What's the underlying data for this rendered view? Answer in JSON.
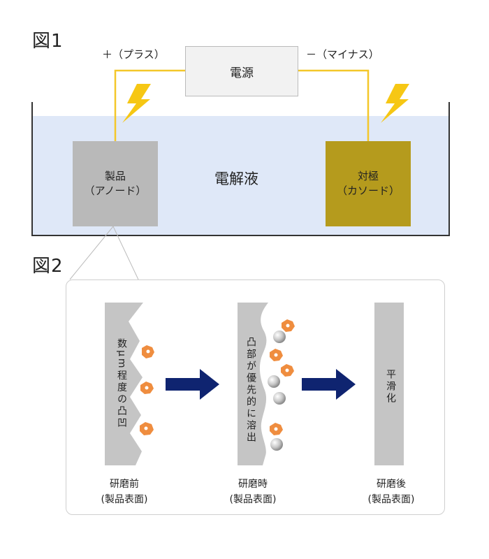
{
  "fig1": {
    "title": "図1",
    "power_label": "電源",
    "plus_label": "＋（プラス）",
    "minus_label": "－（マイナス）",
    "electrolyte_label": "電解液",
    "anode": {
      "line1": "製品",
      "line2": "（アノード）"
    },
    "cathode": {
      "line1": "対極",
      "line2": "（カソード）"
    }
  },
  "fig2": {
    "title": "図2",
    "stage_before": {
      "vertical": "数μm程度の凸凹",
      "caption1": "研磨前",
      "caption2": "(製品表面)"
    },
    "stage_during": {
      "vertical": "凸部が優先的に溶出",
      "caption1": "研磨時",
      "caption2": "(製品表面)"
    },
    "stage_after": {
      "vertical": "平滑化",
      "caption1": "研磨後",
      "caption2": "(製品表面)"
    }
  },
  "colors": {
    "electrolyte": "#dfe8f8",
    "anode": "#b9b9b9",
    "cathode": "#b59b1d",
    "wire": "#f4c72a",
    "arrow": "#0f2470",
    "ion": "#ef8d3f",
    "surface": "#c5c5c5"
  }
}
